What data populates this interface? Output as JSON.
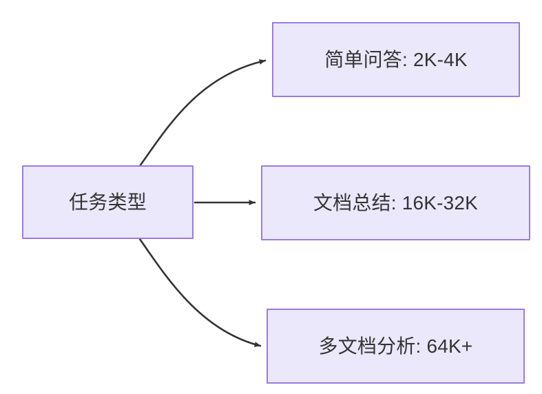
{
  "diagram": {
    "type": "flowchart",
    "direction": "left-to-right",
    "background_color": "#ffffff",
    "node_fill_color": "#ebe8fb",
    "node_border_color": "#9a7ce0",
    "text_color": "#333333",
    "edge_color": "#333333",
    "nodes": [
      {
        "id": "source",
        "label": "任务类型"
      },
      {
        "id": "simple",
        "label": "简单问答: 2K-4K"
      },
      {
        "id": "summary",
        "label": "文档总结: 16K-32K"
      },
      {
        "id": "multidoc",
        "label": "多文档分析: 64K+"
      }
    ],
    "edges": [
      {
        "from": "source",
        "to": "simple",
        "style": "curved",
        "arrowhead": "solid-triangle"
      },
      {
        "from": "source",
        "to": "summary",
        "style": "straight",
        "arrowhead": "solid-triangle"
      },
      {
        "from": "source",
        "to": "multidoc",
        "style": "curved",
        "arrowhead": "solid-triangle"
      }
    ]
  }
}
